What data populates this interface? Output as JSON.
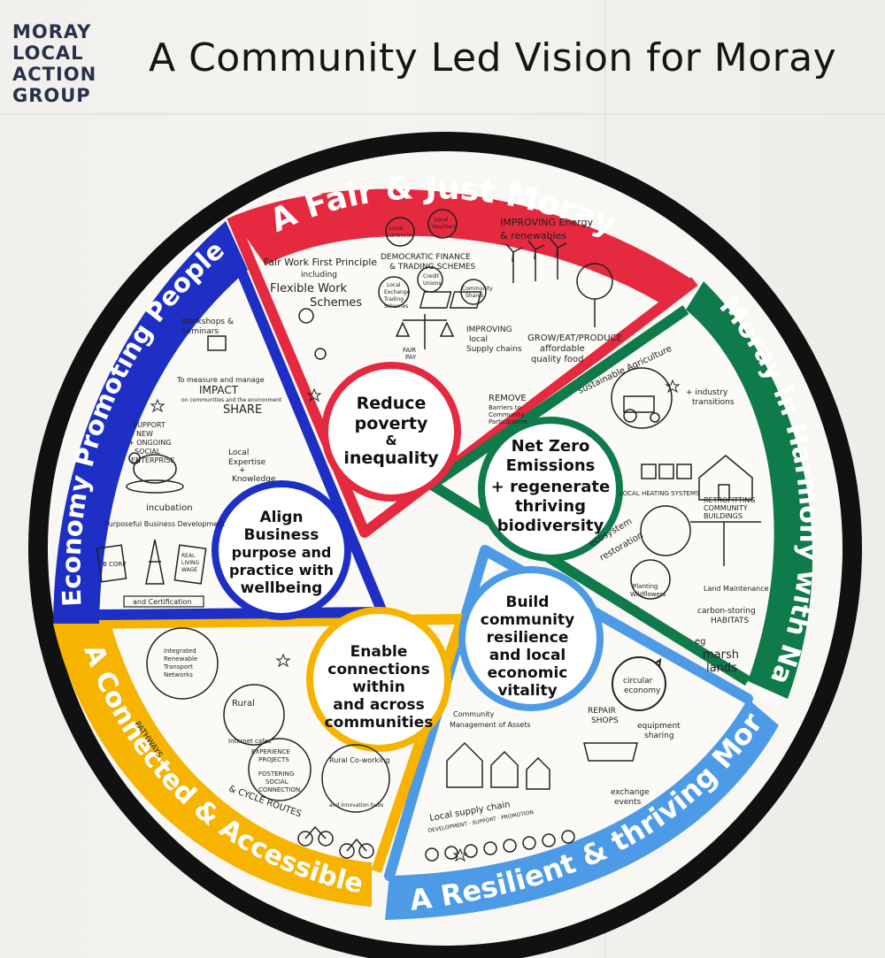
{
  "logo": {
    "lines": [
      "MORAY",
      "LOCAL",
      "ACTION",
      "GROUP"
    ]
  },
  "title": "A Community Led Vision for Moray",
  "segments": {
    "fair": {
      "band": "A Fair & Just Moray",
      "goal": [
        "Reduce",
        "poverty",
        "&",
        "inequality"
      ],
      "notes": [
        "Fair Work First Principle",
        "including",
        "Flexible Work",
        "Schemes",
        "DEMOCRATIC FINANCE",
        "& TRADING SCHEMES",
        "Local",
        "currencies",
        "Local",
        "Vouchers",
        "Credit",
        "Unions",
        "Community",
        "Shares",
        "Local",
        "Exchange",
        "Trading",
        "Schemes",
        "IMPROVING Energy",
        "& renewables",
        "FAIR",
        "PAY",
        "IMPROVING",
        "local",
        "Supply chains",
        "GROW/EAT/PRODUCE",
        "affordable",
        "quality food",
        "REMOVE",
        "Barriers to",
        "Community",
        "Participation"
      ]
    },
    "nature": {
      "band": "Moray in Harmony with Nature",
      "goal": [
        "Net Zero",
        "Emissions",
        "+ regenerate",
        "thriving",
        "biodiversity"
      ],
      "notes": [
        "sustainable Agriculture",
        "+ industry",
        "transitions",
        "LOCAL HEATING SYSTEMS",
        "RETROFITTING",
        "COMMUNITY",
        "BUILDINGS",
        "ecosystem",
        "restoration",
        "Planting",
        "Wildflowers",
        "Land Maintenance",
        "carbon-storing",
        "HABITATS",
        "eg",
        "marsh",
        "lands"
      ]
    },
    "resilient": {
      "band": "A Resilient & thriving Moray",
      "goal": [
        "Build",
        "community",
        "resilience",
        "and local",
        "economic",
        "vitality"
      ],
      "notes": [
        "circular",
        "economy",
        "Community",
        "Management of Assets",
        "REPAIR",
        "SHOPS",
        "equipment",
        "sharing",
        "exchange",
        "events",
        "Local supply chain",
        "DEVELOPMENT · SUPPORT · PROMOTION"
      ]
    },
    "connected": {
      "band": "A Connected & Accessible Moray",
      "goal": [
        "Enable",
        "connections",
        "within",
        "and across",
        "communities"
      ],
      "notes": [
        "Integrated",
        "Renewable",
        "Transport",
        "Networks",
        "Rural",
        "Internet cafes",
        "EXPERIENCE",
        "PROJECTS",
        "FOSTERING",
        "SOCIAL",
        "CONNECTION",
        "Rural Co-working",
        "and innovation hubs",
        "PATHWAYS",
        "& CYCLE ROUTES"
      ]
    },
    "economy": {
      "band": "Economy Promoting People + Planet",
      "goal": [
        "Align",
        "Business",
        "purpose and",
        "practice with",
        "wellbeing"
      ],
      "notes": [
        "Workshops &",
        "Seminars",
        "To measure and manage",
        "IMPACT",
        "on communities and the environment",
        "SHARE",
        "Local",
        "Expertise",
        "+",
        "Knowledge",
        "SUPPORT",
        "NEW",
        "+ ONGOING",
        "SOCIAL",
        "ENTERPRISE",
        "incubation",
        "Purposeful Business Development",
        "B CORP",
        "REAL",
        "LIVING",
        "WAGE",
        "and Certification"
      ]
    }
  },
  "colors": {
    "ring": "#111111",
    "red": "#e5293f",
    "green": "#0f7a4a",
    "lightblue": "#4d9be6",
    "yellow": "#f6b400",
    "blue": "#1d2fc4",
    "paper": "#f8f7f3"
  },
  "icons": [
    "wind-turbine-icon",
    "solar-panel-icon",
    "tree-icon",
    "tractor-icon",
    "house-icon",
    "bicycle-icon",
    "chicken-icon",
    "rocket-icon",
    "certificate-icon",
    "scales-icon",
    "coin-icon",
    "star-icon"
  ]
}
